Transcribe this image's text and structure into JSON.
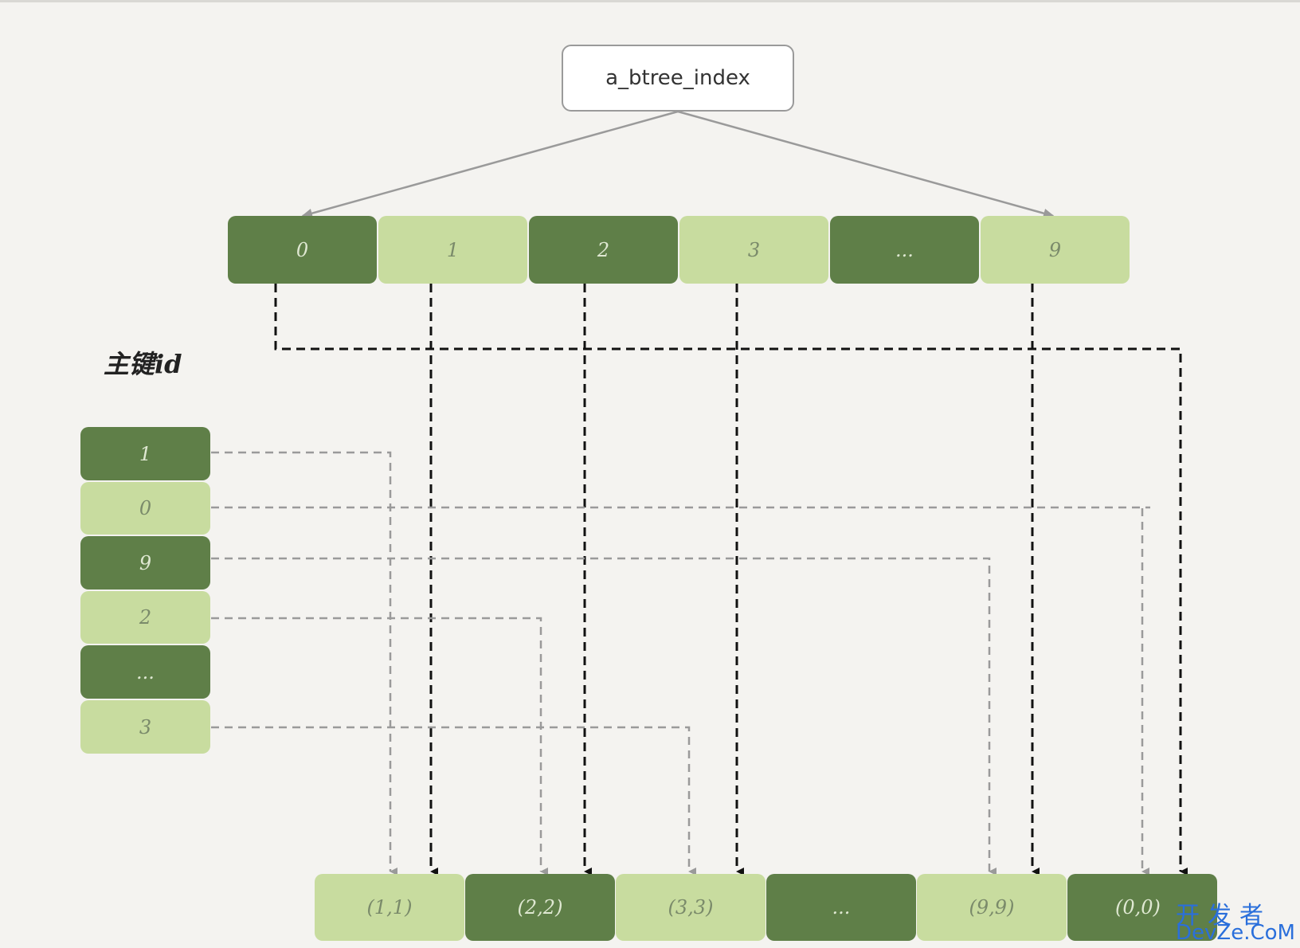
{
  "root": {
    "label": "a_btree_index"
  },
  "index_row": [
    "0",
    "1",
    "2",
    "3",
    "...",
    "9"
  ],
  "pk_label": "主键id",
  "pk_row": [
    "1",
    "0",
    "9",
    "2",
    "...",
    "3"
  ],
  "data_row": [
    "(1,1)",
    "(2,2)",
    "(3,3)",
    "...",
    "(9,9)",
    "(0,0)"
  ],
  "watermark": {
    "line1": "开发者",
    "line2": "DevZe.CoM"
  },
  "colors": {
    "dark": "#5f7f48",
    "light": "#c8dc9f",
    "background": "#f4f3f0",
    "black_link": "#111111",
    "gray_link": "#9a9a9a"
  }
}
